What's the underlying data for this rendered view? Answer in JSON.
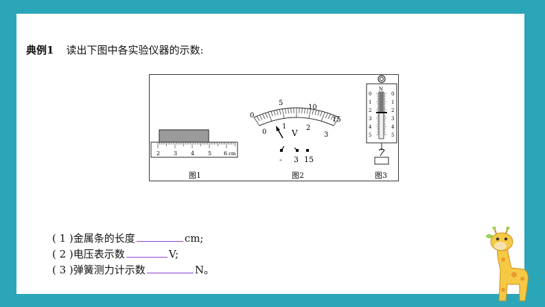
{
  "example": {
    "label": "典例1",
    "prompt": "读出下图中各实验仪器的示数:"
  },
  "figures": {
    "ruler": {
      "caption": "图1",
      "ticks": [
        "2",
        "3",
        "4",
        "5",
        "6"
      ],
      "unit": "cm"
    },
    "voltmeter": {
      "caption": "图2",
      "outer_scale": [
        "0",
        "5",
        "10",
        "15"
      ],
      "inner_scale": [
        "0",
        "1",
        "2",
        "3"
      ],
      "unit": "V",
      "terminals": [
        "-",
        "3",
        "15"
      ]
    },
    "spring_scale": {
      "caption": "图3",
      "unit": "N",
      "scale": [
        "0",
        "1",
        "2",
        "3",
        "4",
        "5"
      ]
    }
  },
  "questions": [
    {
      "number": "( 1 )",
      "text": "金属条的长度",
      "unit": "cm;"
    },
    {
      "number": "( 2 )",
      "text": "电压表示数",
      "unit": "V;"
    },
    {
      "number": "( 3 )",
      "text": "弹簧测力计示数",
      "unit": "N。"
    }
  ],
  "colors": {
    "background": "#2AA6B8",
    "blank_underline": "#8A3FD6"
  }
}
